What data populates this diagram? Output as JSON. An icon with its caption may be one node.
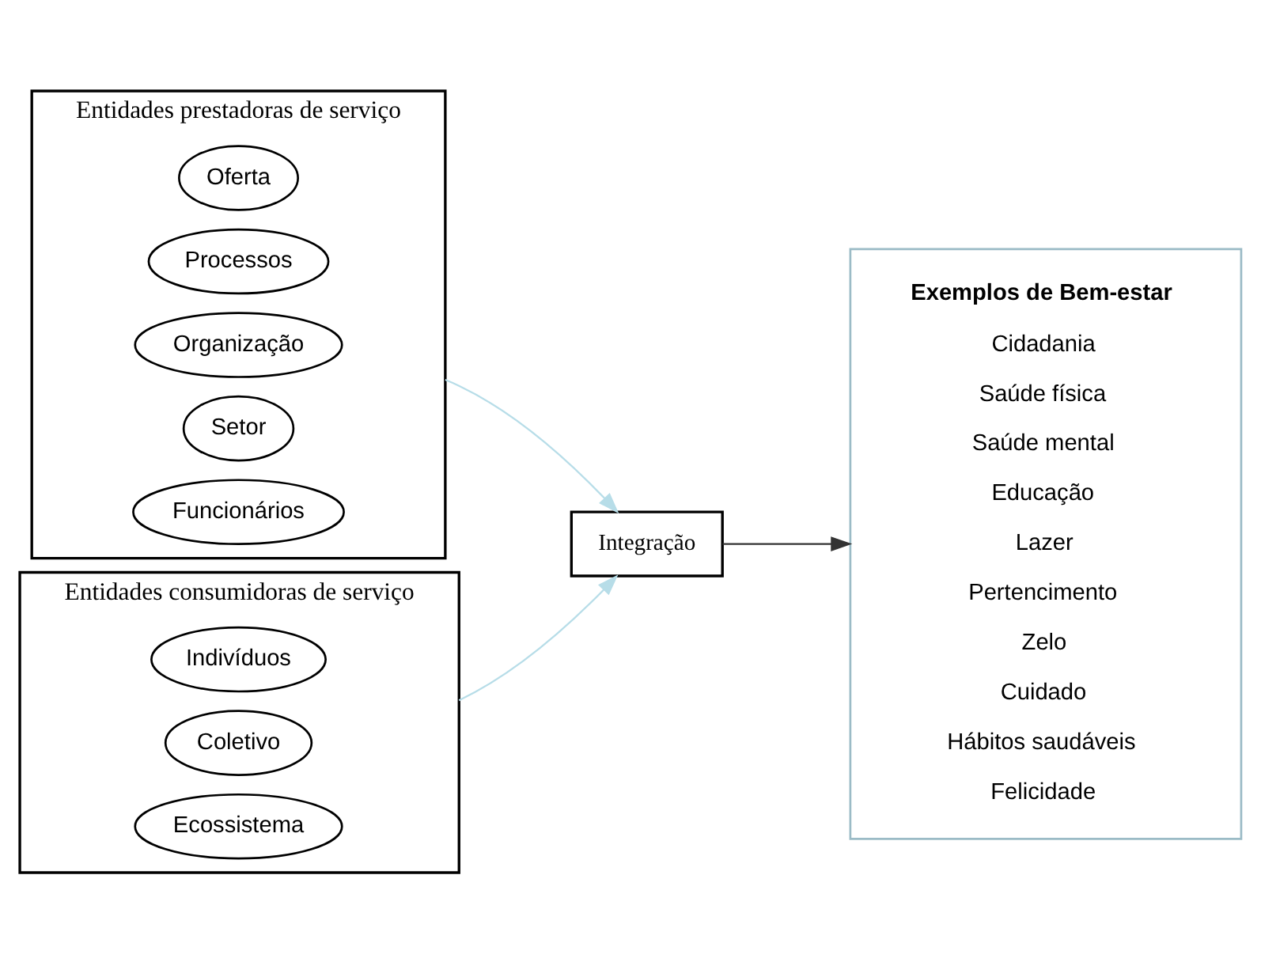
{
  "diagram": {
    "nodes": [
      {
        "text": [
          "Entidades prestadoras de serviço"
        ]
      },
      {
        "text": [
          "Oferta"
        ],
        "in": 0
      },
      {
        "text": [
          "Processos"
        ],
        "in": 0
      },
      {
        "text": [
          "Organização"
        ],
        "in": 0
      },
      {
        "text": [
          "Setor"
        ],
        "in": 0
      },
      {
        "text": [
          "Funcionários"
        ],
        "in": 0
      },
      {
        "text": [
          "Entidades consumidoras de serviço"
        ]
      },
      {
        "text": [
          "Indivíduos"
        ],
        "in": 6
      },
      {
        "text": [
          "Coletivo"
        ],
        "in": 6
      },
      {
        "text": [
          "Ecossistema"
        ],
        "in": 6
      },
      {
        "text": [
          "Integração"
        ]
      },
      {
        "text": [
          "Exemplos de Bem-estar",
          "Cidadania",
          "Saúde física",
          "Saúde mental",
          "Educação",
          "Lazer",
          "Pertencimento",
          "Zelo",
          "Cuidado",
          "Hábitos saudáveis",
          "Felicidade"
        ]
      }
    ],
    "edges": [
      {
        "from": 0,
        "to": 10,
        "arrow": "to",
        "color": "#b7dde8"
      },
      {
        "from": 6,
        "to": 10,
        "arrow": "to",
        "color": "#b7dde8"
      },
      {
        "from": 10,
        "to": 11,
        "arrow": "to",
        "color": "#333333"
      }
    ]
  }
}
